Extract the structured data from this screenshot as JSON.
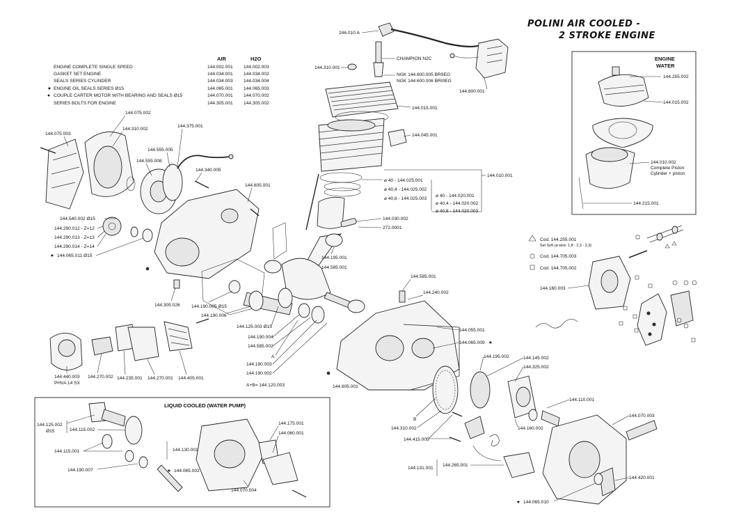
{
  "title": {
    "line1": "POLINI AIR COOLED -",
    "line2": "2 STROKE ENGINE"
  },
  "table": {
    "col_air": "AIR",
    "col_h2o": "H2O",
    "rows": [
      {
        "marker": "",
        "desc": "ENGINE COMPLETE SINGLE SPEED",
        "air": "144.002.001",
        "h2o": "144.002.003"
      },
      {
        "marker": "",
        "desc": "GASKET SET ENGINE",
        "air": "144.034.001",
        "h2o": "144.034.002"
      },
      {
        "marker": "",
        "desc": "SEALS SERIES CYLINDER",
        "air": "144.034.003",
        "h2o": "144.034.004"
      },
      {
        "marker": "★",
        "desc": "ENGINE OIL SEALS SERIES Ø15",
        "air": "144.065.001",
        "h2o": "144.065.003"
      },
      {
        "marker": "●",
        "desc": "COUPLE CARTER MOTOR WITH BEARING AND SEALS Ø15",
        "air": "144.070.001",
        "h2o": "144.070.002"
      },
      {
        "marker": "",
        "desc": "SERIES BOLTS FOR ENGINE",
        "air": "144.305.001",
        "h2o": "144.305.002"
      }
    ]
  },
  "water_box": {
    "title_line1": "ENGINE",
    "title_line2": "WATER",
    "labels": {
      "l1": "144.255.002",
      "l2": "144.015.002",
      "l3": "144.010.002",
      "l3b": "Complete Piston",
      "l3c": "Cylinder + piston",
      "l4": "144.215.001"
    }
  },
  "liquid_box": {
    "title": "LIQUID COOLED (WATER PUMP)",
    "labels": {
      "a": "144.125.002",
      "a2": "Ø15",
      "b": "144.115.002",
      "c": "144.115.001",
      "d": "144.190.007",
      "e": "144.130.001",
      "f": "144.065.002",
      "g": "144.175.001",
      "h": "144.060.001",
      "i": "144.070.004"
    }
  },
  "legend": {
    "triangle_code": "Cod. 144.255.001",
    "triangle_note": "Set Soft (ø wire: 1,8 - 2,3 - 2,3)",
    "circle_code": "Cod. 144.705.003",
    "square_code": "Cod. 144.705.002"
  },
  "labels": {
    "p246": "246.010.A",
    "champion": "CHAMPION N2C",
    "p310": "144.310.001",
    "ngk1": "NGK 144.600.005 BR9EG",
    "ngk2": "NGK 144.600.006 BRI0EG",
    "p600": "144.600.001",
    "p015": "144.015.001",
    "p045": "144.045.001",
    "p010": "144.010.001",
    "d40a": "ø 40    - 144.025.001",
    "d404a": "ø 40,4  - 144.025.002",
    "d408a": "ø 40,8  - 144.025.003",
    "d40b": "ø 40    - 144.020.001",
    "d404b": "ø 40,4  - 144.020.002",
    "d408b": "ø 40,8  - 144.020.003",
    "p030": "144.030.002",
    "p272": "272.0001",
    "p195": "144.195.001",
    "p585a": "144.585.001",
    "p585b": "144.585.001",
    "p240": "144.240.002",
    "p075": "144.075.002",
    "p075b": "144.075.003",
    "p310b": "144.310.002",
    "p375": "144.375.001",
    "p555": "144.555.005",
    "p555b": "144.555.008",
    "p340": "144.340.005",
    "p605": "144.605.001",
    "p540": "144.540.002 Ø15",
    "p290a": "144.290.012 - Z=12",
    "p290b": "144.290.013 - Z=13",
    "p290c": "144.290.014 - Z=14",
    "p065": "144.065.011 Ø15",
    "p305": "144.305.026",
    "p190a": "144.190.005 Ø15",
    "p190b": "144.190.006",
    "p125": "144.125.003 Ø15",
    "p190c": "144.190.004",
    "p585c": "144.585.002",
    "a": "A",
    "p190d": "144.190.003",
    "p190e": "144.190.002",
    "ab": "A+B= 144.120.003",
    "p440": "144.440.003",
    "phva": "PHVA 14 SX",
    "p270a": "144.270.002",
    "p235": "144.235.001",
    "p270b": "144.270.001",
    "p405": "144.405.001",
    "p605b": "144.605.001",
    "p055": "144.055.001",
    "p065b": "144.065.009",
    "p195b": "144.195.002",
    "p145": "144.145.002",
    "p325": "144.325.002",
    "p110": "144.110.001",
    "p070": "144.070.003",
    "b": "B",
    "p310c": "144.310.002",
    "p415": "144.415.005",
    "p160": "144.160.002",
    "p131": "144.131.001",
    "p265": "144.265.001",
    "p420": "144.420.001",
    "p065c": "144.065.010",
    "p160b": "144.160.003"
  }
}
